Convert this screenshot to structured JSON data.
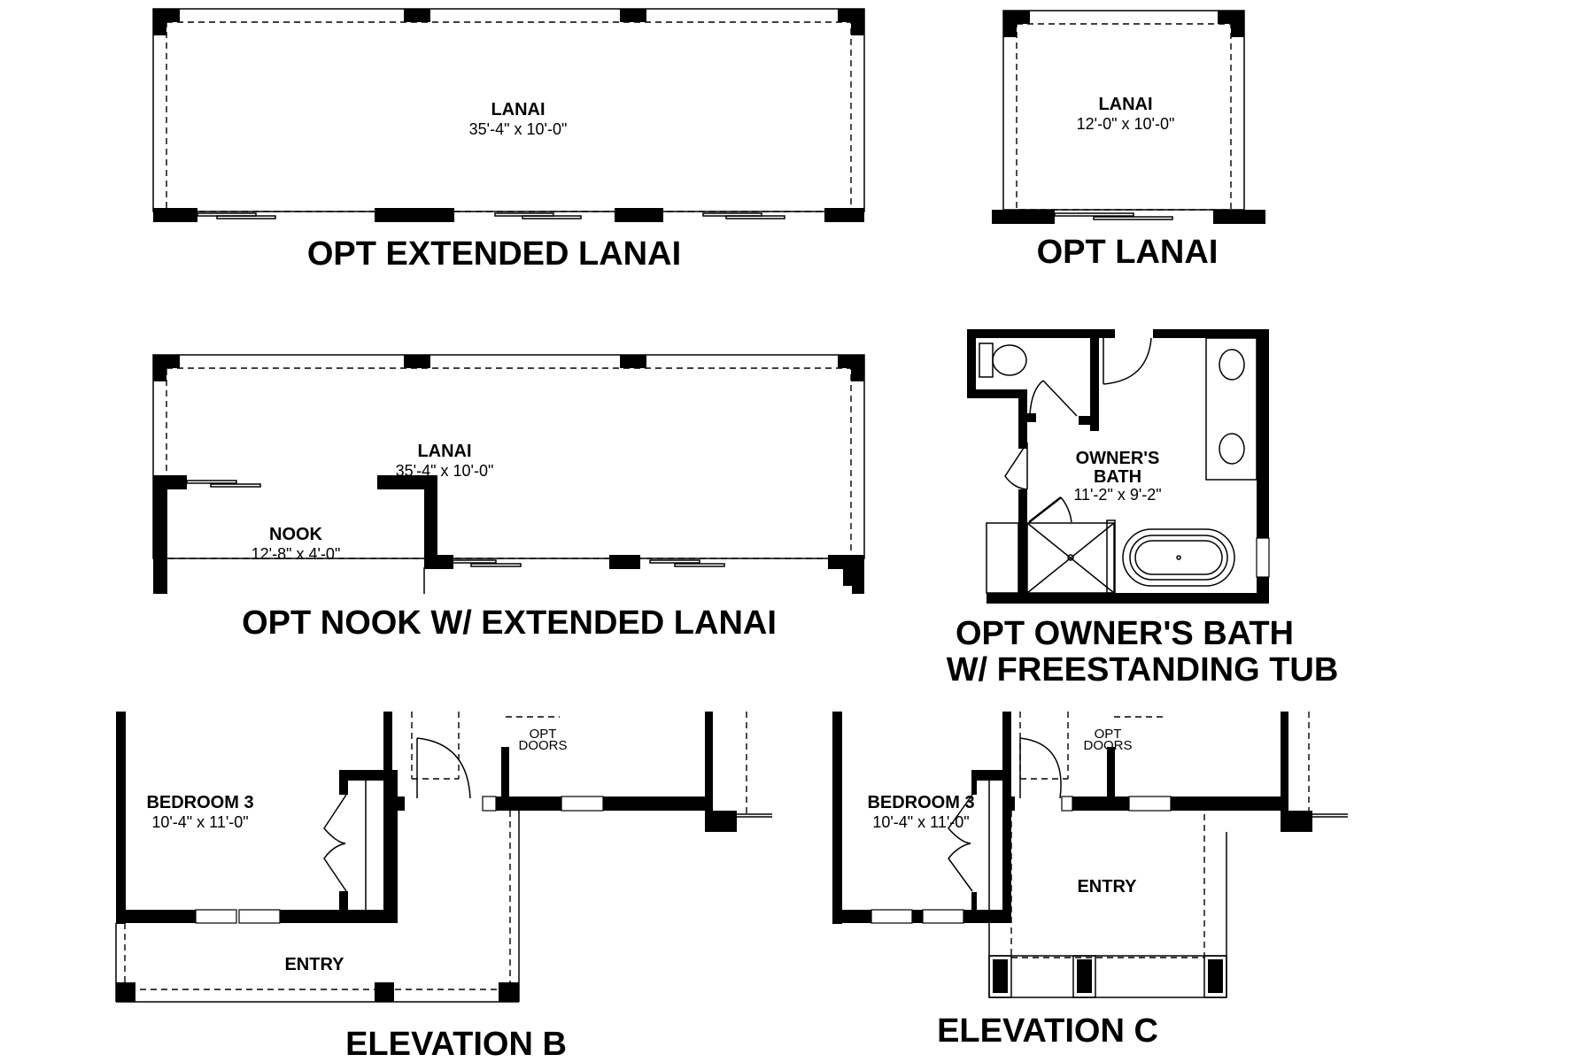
{
  "plans": [
    {
      "id": "opt-extended-lanai",
      "title": "OPT EXTENDED LANAI",
      "rooms": [
        {
          "name": "LANAI",
          "dimensions": "35'-4\" x 10'-0\""
        }
      ]
    },
    {
      "id": "opt-lanai",
      "title": "OPT LANAI",
      "rooms": [
        {
          "name": "LANAI",
          "dimensions": "12'-0\" x 10'-0\""
        }
      ]
    },
    {
      "id": "opt-nook-extended-lanai",
      "title": "OPT NOOK W/ EXTENDED LANAI",
      "rooms": [
        {
          "name": "LANAI",
          "dimensions": "35'-4\" x 10'-0\""
        },
        {
          "name": "NOOK",
          "dimensions": "12'-8\" x 4'-0\""
        }
      ]
    },
    {
      "id": "opt-owners-bath",
      "title_line1": "OPT OWNER'S BATH",
      "title_line2": "W/ FREESTANDING TUB",
      "rooms": [
        {
          "name_line1": "OWNER'S",
          "name_line2": "BATH",
          "dimensions": "11'-2\" x 9'-2\""
        }
      ]
    },
    {
      "id": "elevation-b",
      "title": "ELEVATION B",
      "rooms": [
        {
          "name": "BEDROOM 3",
          "dimensions": "10'-4\" x 11'-0\""
        },
        {
          "name": "ENTRY"
        }
      ],
      "notes": {
        "line1": "OPT",
        "line2": "DOORS"
      }
    },
    {
      "id": "elevation-c",
      "title": "ELEVATION C",
      "rooms": [
        {
          "name": "BEDROOM 3",
          "dimensions": "10'-4\" x 11'-0\""
        },
        {
          "name": "ENTRY"
        }
      ],
      "notes": {
        "line1": "OPT",
        "line2": "DOORS"
      }
    }
  ],
  "colors": {
    "ink": "#000000",
    "paper": "#ffffff"
  }
}
